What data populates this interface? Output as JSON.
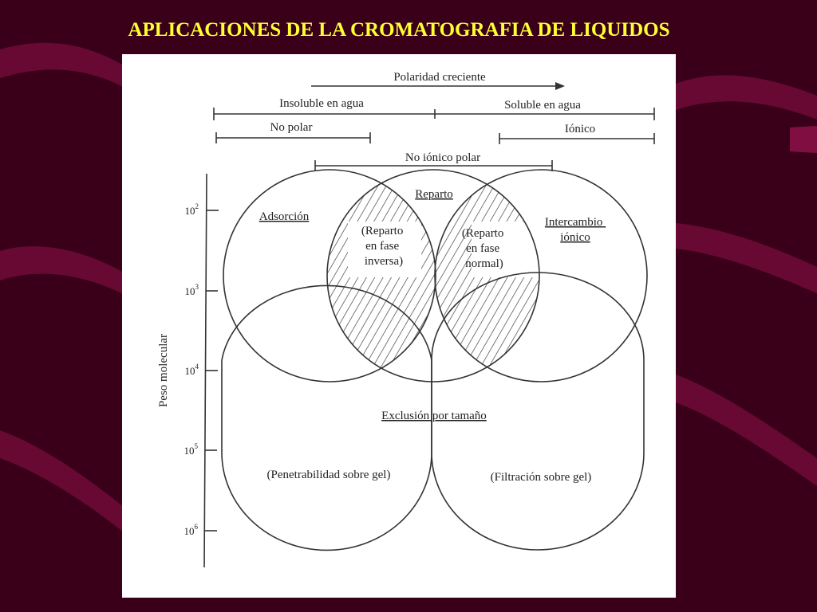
{
  "slide": {
    "title": "APLICACIONES DE LA CROMATOGRAFIA DE LIQUIDOS",
    "title_color": "#ffff33",
    "background_color": "#3a0019",
    "wave_color": "#6e0a36"
  },
  "diagram": {
    "polarity_axis": {
      "label": "Polaridad creciente"
    },
    "solubility": {
      "insoluble": "Insoluble en agua",
      "soluble": "Soluble en agua"
    },
    "polarity_ranges": {
      "nonpolar": "No polar",
      "ionic": "Iónico",
      "nonionic_polar": "No iónico polar"
    },
    "molecular_weight_axis": {
      "label": "Peso molecular",
      "ticks": [
        {
          "base": "10",
          "exp": "2"
        },
        {
          "base": "10",
          "exp": "3"
        },
        {
          "base": "10",
          "exp": "4"
        },
        {
          "base": "10",
          "exp": "5"
        },
        {
          "base": "10",
          "exp": "6"
        }
      ]
    },
    "regions": {
      "adsorption": "Adsorción",
      "partition": "Reparto",
      "reverse_phase": [
        "(Reparto",
        "en fase",
        "inversa)"
      ],
      "normal_phase": [
        "(Reparto",
        "en fase",
        "normal)"
      ],
      "ion_exchange": [
        "Intercambio",
        "iónico"
      ],
      "size_exclusion": "Exclusión por tamaño",
      "gel_permeation": "(Penetrabilidad sobre gel)",
      "gel_filtration": "(Filtración sobre gel)"
    }
  }
}
